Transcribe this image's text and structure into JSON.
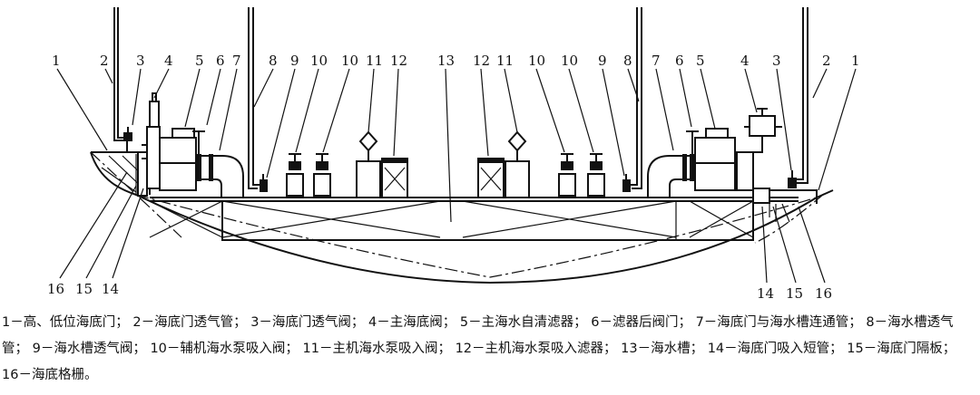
{
  "callouts": {
    "left": [
      "1",
      "2",
      "3",
      "4",
      "5",
      "6",
      "7",
      "8",
      "9",
      "10",
      "10",
      "11",
      "12"
    ],
    "center": "13",
    "right": [
      "12",
      "11",
      "10",
      "10",
      "9",
      "8",
      "7",
      "6",
      "5",
      "4",
      "3",
      "2",
      "1"
    ],
    "bottom_left": [
      "16",
      "15",
      "14"
    ],
    "bottom_right": [
      "14",
      "15",
      "16"
    ]
  },
  "caption": {
    "items": [
      "1－高、低位海底门；",
      "2－海底门透气管；",
      "3－海底门透气阀；",
      "4－主海底阀；",
      "5－主海水自清滤器；",
      "6－滤器后阀门；",
      "7－海底门与海水槽连通管；",
      "8－海水槽透气管；",
      "9－海水槽透气阀；",
      "10－辅机海水泵吸入阀；",
      "11－主机海水泵吸入阀；",
      "12－主机海水泵吸入滤器；",
      "13－海水槽；",
      "14－海底门吸入短管；",
      "15－海底门隔板；",
      "16－海底格栅。"
    ]
  }
}
